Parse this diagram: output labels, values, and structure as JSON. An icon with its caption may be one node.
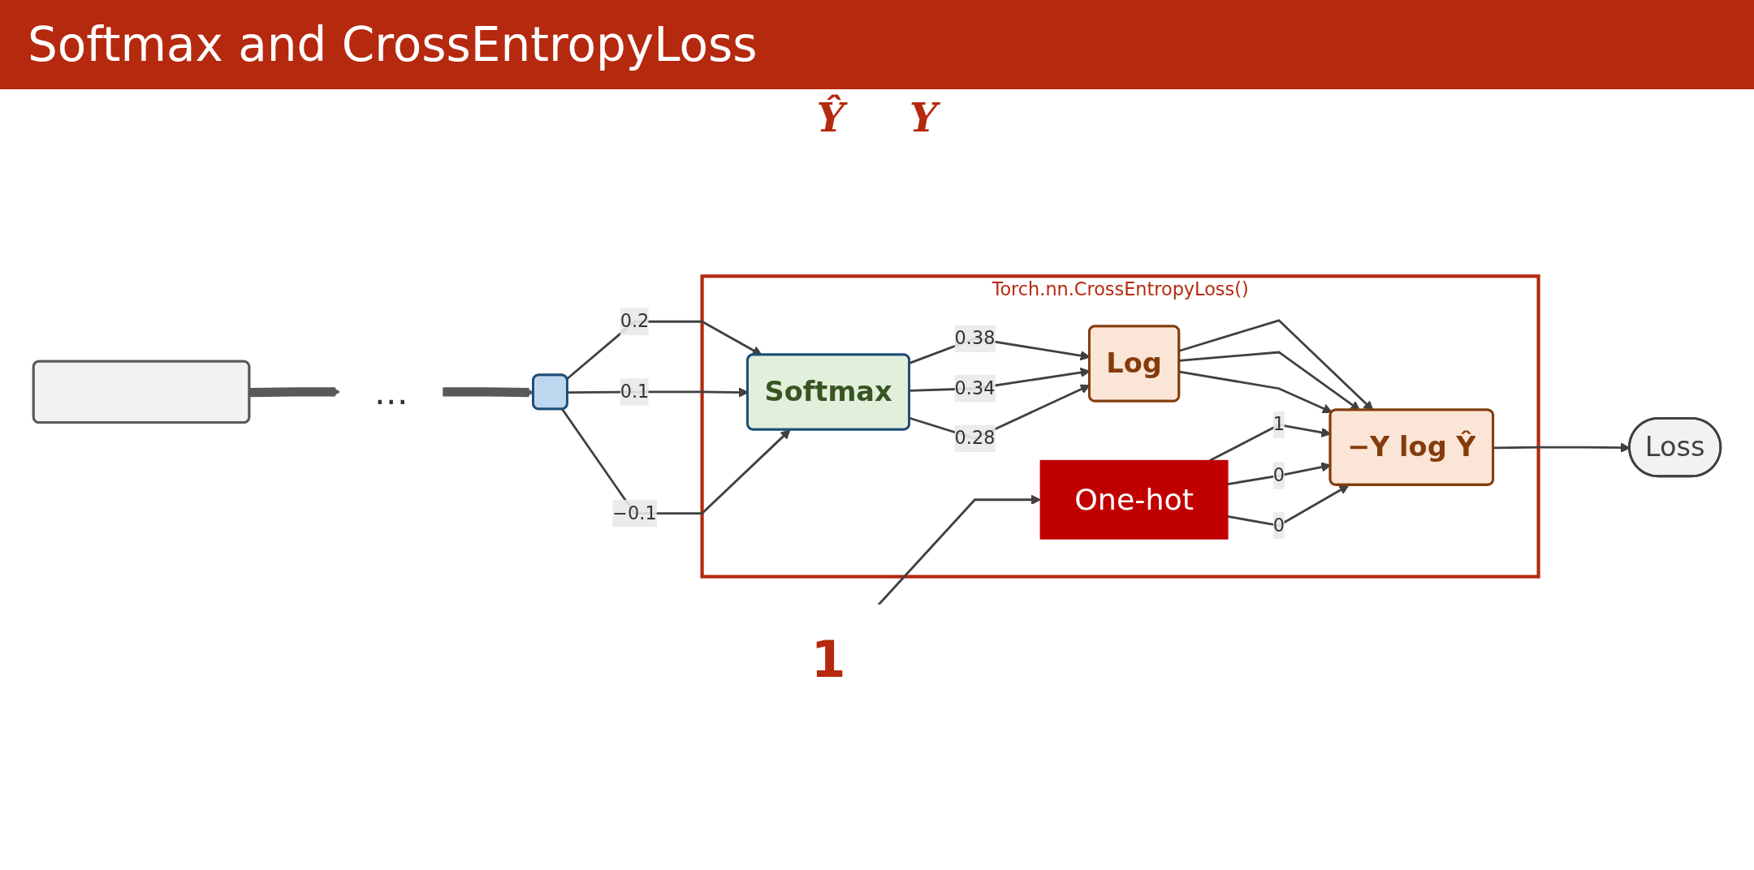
{
  "diagram": {
    "title": "Softmax and CrossEntropyLoss",
    "nodes": [
      {
        "text": [
          "Torch.nn.CrossEntropyLoss()"
        ]
      },
      {
        "text": [],
        "shape": "bar"
      },
      {
        "text": [
          "…"
        ]
      },
      {
        "text": [],
        "shape": "bar"
      },
      {
        "text": [
          "Softmax"
        ],
        "in": 0
      },
      {
        "text": [
          "Log"
        ],
        "in": 0
      },
      {
        "text": [
          "−Y log Ŷ"
        ],
        "in": 0
      },
      {
        "text": [
          "One-hot"
        ],
        "in": 0
      },
      {
        "text": [
          "Loss"
        ]
      },
      {
        "text": [
          "1"
        ]
      }
    ],
    "edges": [
      {
        "from": 1,
        "to": 2,
        "arrow": "to",
        "style": "thick"
      },
      {
        "from": 2,
        "to": 3,
        "arrow": "to",
        "style": "thick"
      },
      {
        "from": 3,
        "to": 4,
        "arrow": "to",
        "label": "0.2"
      },
      {
        "from": 3,
        "to": 4,
        "arrow": "to",
        "label": "0.1"
      },
      {
        "from": 3,
        "to": 4,
        "arrow": "to",
        "label": "−0.1"
      },
      {
        "from": 4,
        "to": 5,
        "arrow": "to",
        "label": "0.38"
      },
      {
        "from": 4,
        "to": 5,
        "arrow": "to",
        "label": "0.34"
      },
      {
        "from": 4,
        "to": 5,
        "arrow": "to",
        "label": "0.28"
      },
      {
        "from": 5,
        "to": 6,
        "arrow": "to"
      },
      {
        "from": 5,
        "to": 6,
        "arrow": "to"
      },
      {
        "from": 5,
        "to": 6,
        "arrow": "to"
      },
      {
        "from": 7,
        "to": 6,
        "arrow": "to",
        "label": "1"
      },
      {
        "from": 7,
        "to": 6,
        "arrow": "to",
        "label": "0"
      },
      {
        "from": 7,
        "to": 6,
        "arrow": "to",
        "label": "0"
      },
      {
        "from": 6,
        "to": 8,
        "arrow": "to"
      },
      {
        "from": 9,
        "to": 7,
        "arrow": "to"
      }
    ],
    "labels": [
      "Ŷ",
      "Y"
    ]
  }
}
